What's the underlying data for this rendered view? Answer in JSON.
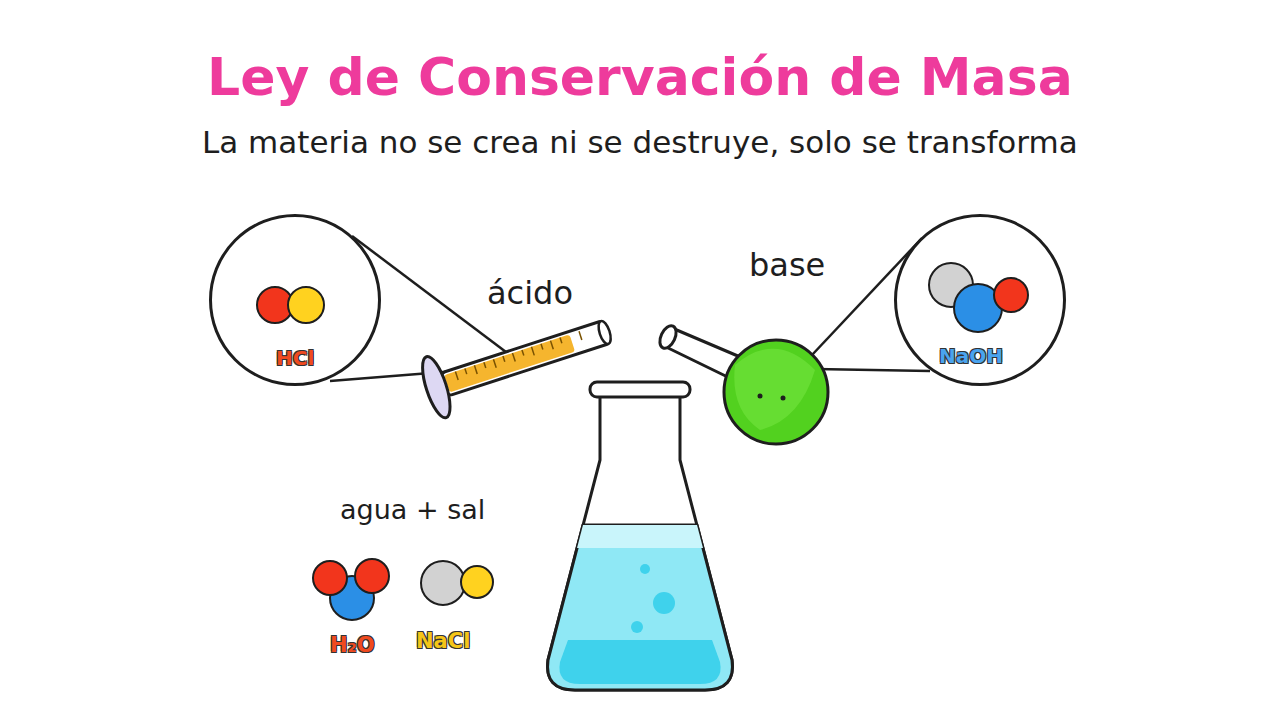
{
  "diagram": {
    "title": "Ley de Conservación de Masa",
    "caption": "La materia no se crea ni se destruye, solo se transforma",
    "nodes": [
      {
        "text": [
          "HCl"
        ]
      },
      {
        "text": [
          "NaOH"
        ]
      }
    ],
    "labels": [
      "ácido",
      "base",
      "agua + sal",
      "H₂O",
      "NaCl"
    ]
  }
}
